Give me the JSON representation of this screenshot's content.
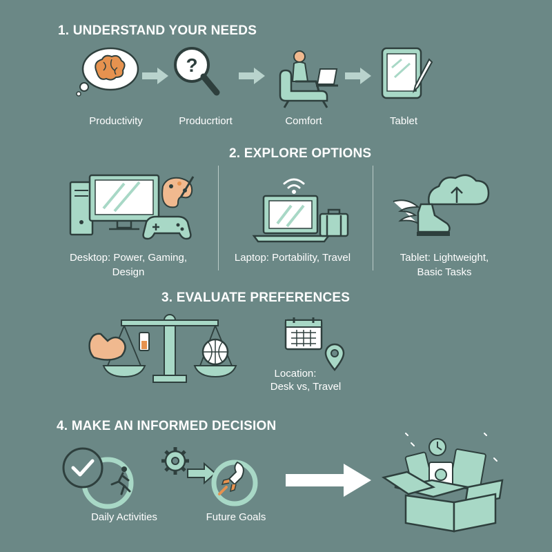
{
  "section1": {
    "heading": "1. UNDERSTAND YOUR NEEDS",
    "labels": [
      "Productivity",
      "Producrtiort",
      "Comfort",
      "Tablet"
    ]
  },
  "section2": {
    "heading": "2. EXPLORE OPTIONS",
    "desktop_label": "Desktop: Power, Gaming, Design",
    "laptop_label": "Laptop: Portability, Travel",
    "tablet_label": "Tablet: Lightweight, Basic Tasks"
  },
  "section3": {
    "heading": "3. EVALUATE PREFERENCES",
    "location_line1": "Location:",
    "location_line2": "Desk vs, Travel"
  },
  "section4": {
    "heading": "4. MAKE AN INFORMED DECISION",
    "daily_label": "Daily Activities",
    "future_label": "Future Goals"
  },
  "colors": {
    "background": "#6b8886",
    "mint": "#a8d8c6",
    "outline": "#2e3f3d",
    "arrow": "#b9d3cd",
    "orange": "#e6924f",
    "skin": "#f0b98f"
  }
}
